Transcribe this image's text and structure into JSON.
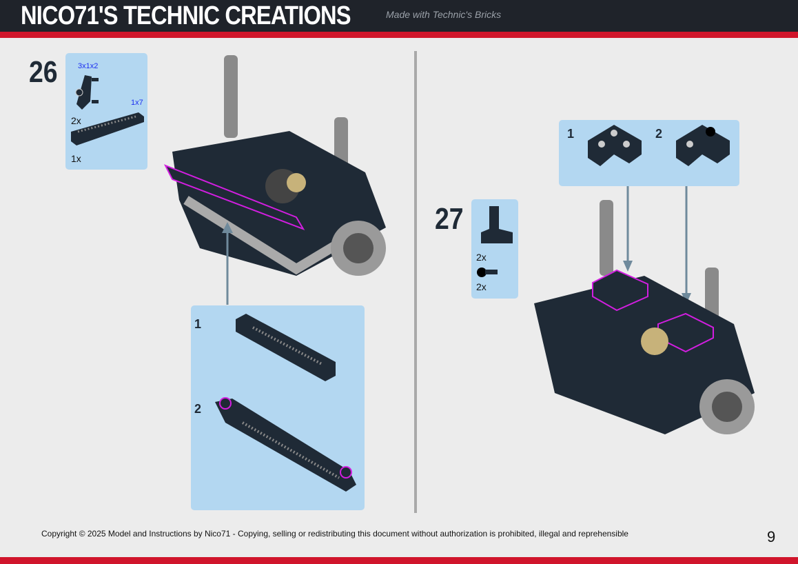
{
  "header": {
    "title": "NICO71'S TECHNIC CREATIONS",
    "subtitle": "Made with Technic's Bricks"
  },
  "step26": {
    "number": "26",
    "parts": [
      {
        "name": "3x1x2",
        "qty": "2x"
      },
      {
        "name": "1x7",
        "qty": "1x"
      }
    ],
    "substeps": [
      "1",
      "2"
    ]
  },
  "step27": {
    "number": "27",
    "parts": [
      {
        "qty": "2x"
      },
      {
        "qty": "2x"
      }
    ],
    "substeps": [
      "1",
      "2"
    ]
  },
  "footer": {
    "copyright": "Copyright © 2025 Model and Instructions by Nico71 - Copying, selling or redistributing this document without authorization is prohibited, illegal and reprehensible",
    "page": "9"
  },
  "colors": {
    "header": "#1f232a",
    "accent": "#d0152b",
    "callout": "#b3d7f1",
    "highlight": "#d21ee0"
  }
}
